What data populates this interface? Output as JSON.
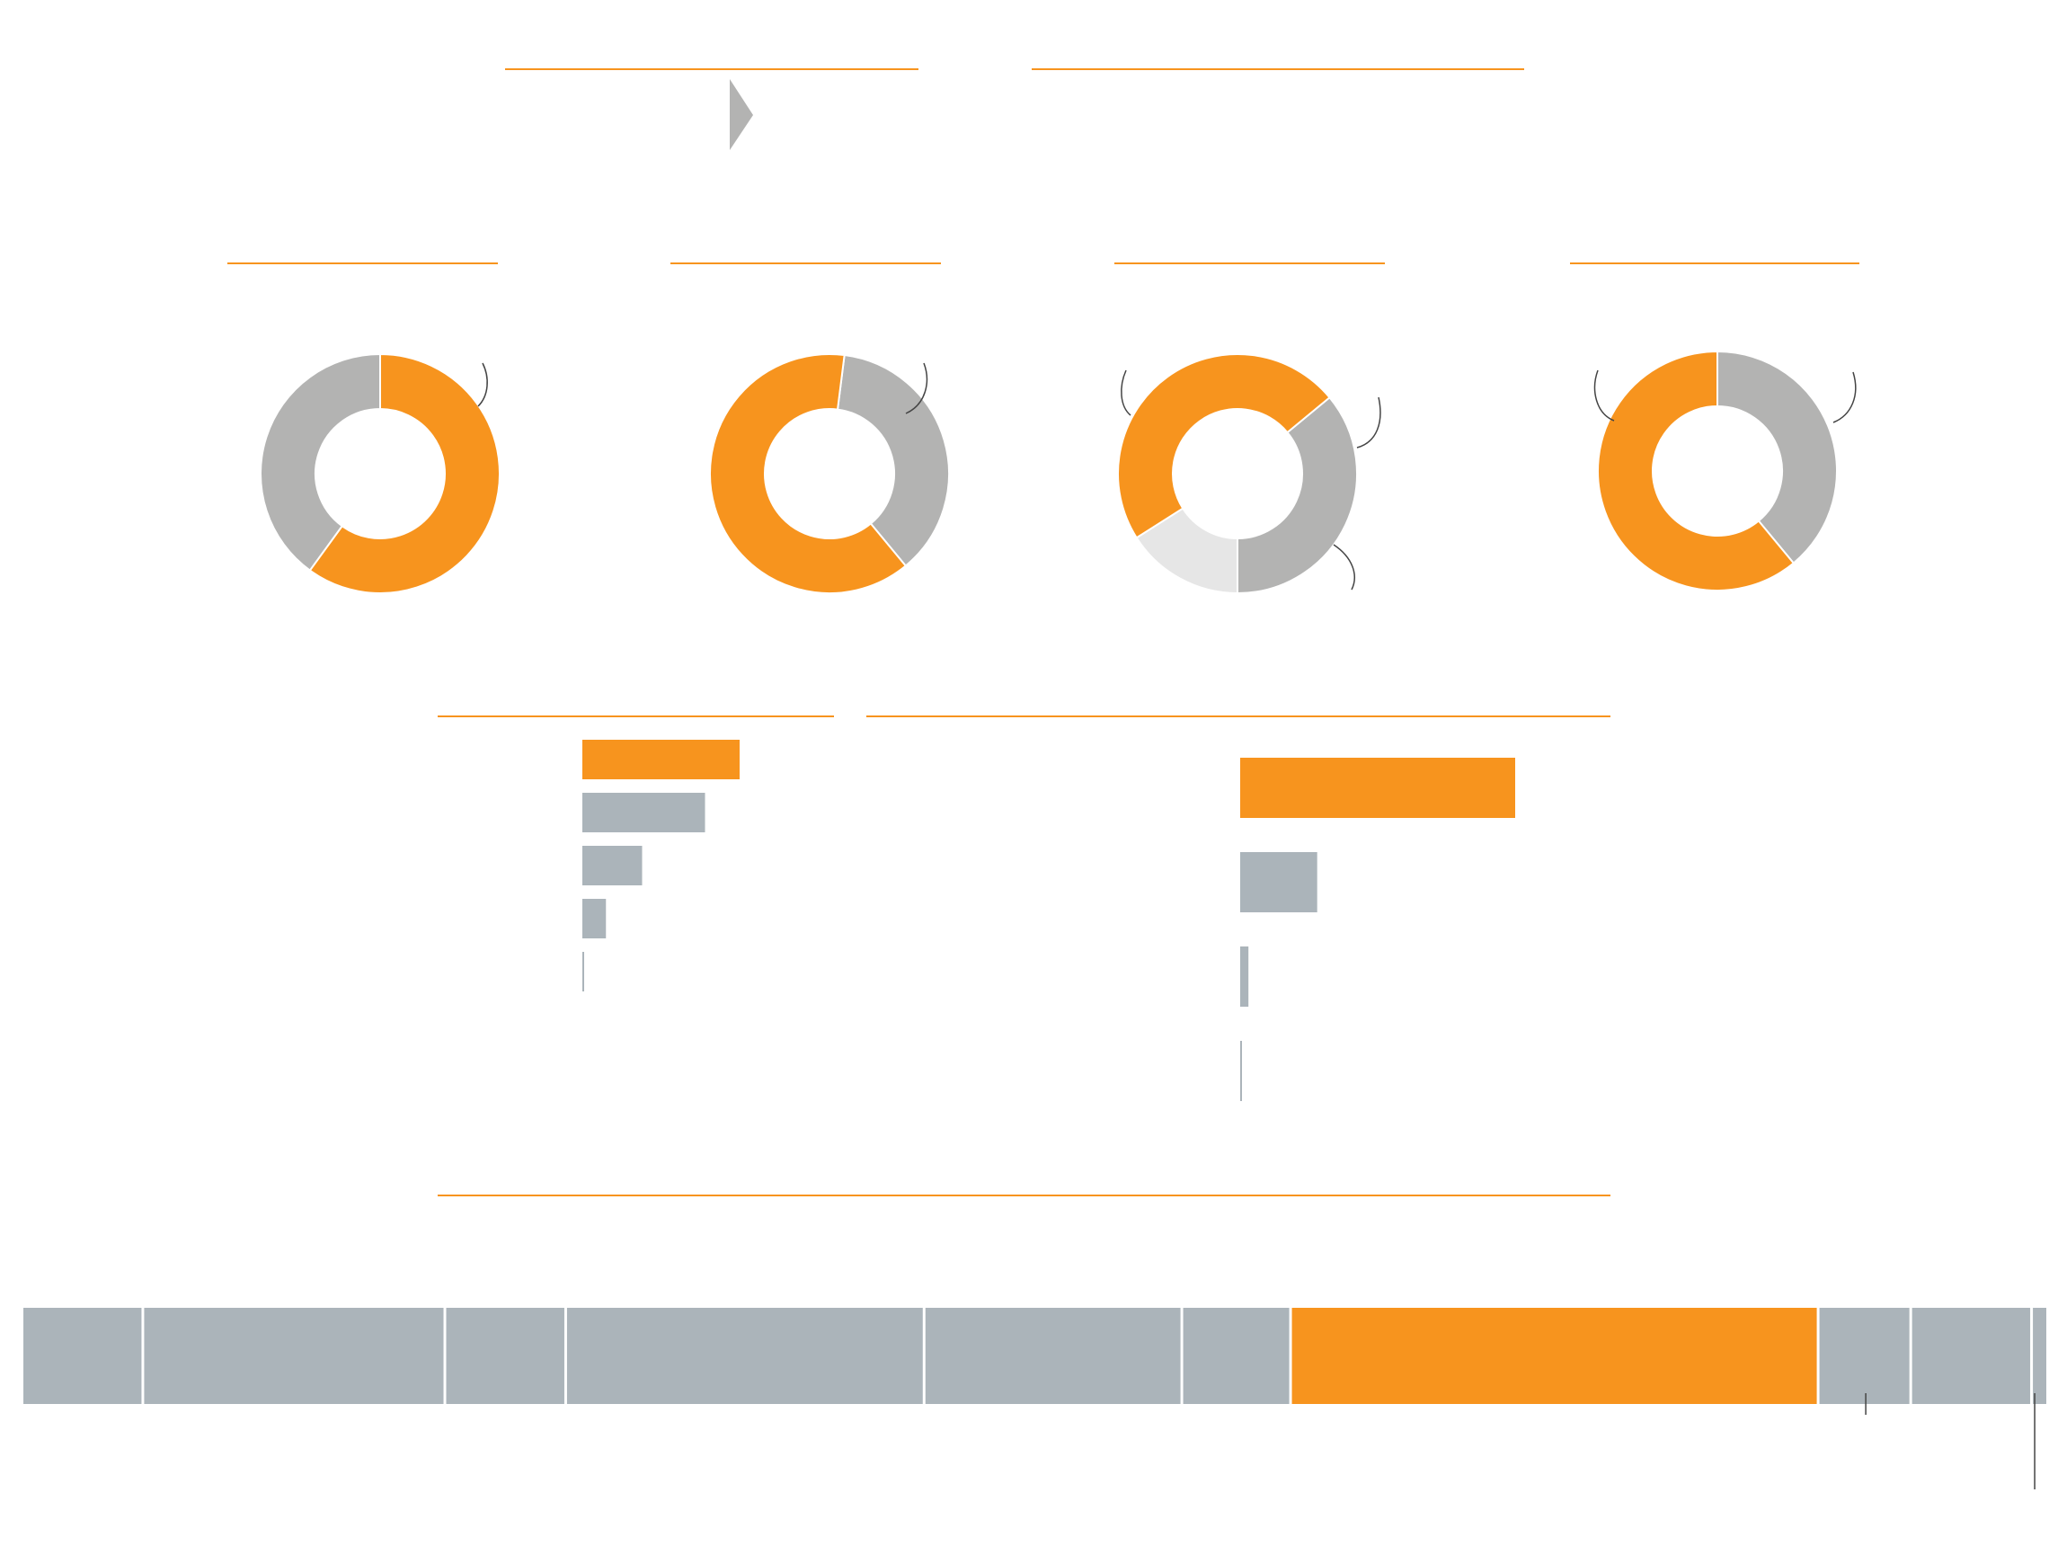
{
  "colors": {
    "accent": "#f7941e",
    "gray": "#b3b3b2",
    "light_gray": "#e6e6e6",
    "bar_gray": "#abb4ba",
    "rule": "#f7941e",
    "leader": "#444444"
  },
  "icons": {
    "pointer": "play-triangle-icon"
  },
  "chart_data": [
    {
      "type": "pie",
      "variant": "donut",
      "values": [
        60,
        40
      ],
      "title": "",
      "legend": "none"
    },
    {
      "type": "pie",
      "variant": "donut",
      "values": [
        37,
        63
      ],
      "title": "",
      "legend": "none"
    },
    {
      "type": "pie",
      "variant": "donut",
      "values": [
        36,
        16,
        48
      ],
      "title": "",
      "legend": "none"
    },
    {
      "type": "pie",
      "variant": "donut",
      "values": [
        39,
        61
      ],
      "title": "",
      "legend": "none"
    },
    {
      "type": "bar",
      "orientation": "horizontal",
      "values": [
        100,
        78,
        38,
        15,
        0.5
      ],
      "xlim": [
        0,
        100
      ],
      "title": "",
      "grid": false
    },
    {
      "type": "bar",
      "orientation": "horizontal",
      "values": [
        100,
        28,
        3,
        0.5
      ],
      "xlim": [
        0,
        100
      ],
      "title": "",
      "grid": false
    },
    {
      "type": "bar",
      "variant": "stacked-100",
      "values": [
        6,
        15,
        6,
        17.8,
        12.8,
        5.4,
        26.2,
        4.6,
        6,
        0.8
      ],
      "highlight_index": 6,
      "title": "",
      "grid": false
    }
  ]
}
